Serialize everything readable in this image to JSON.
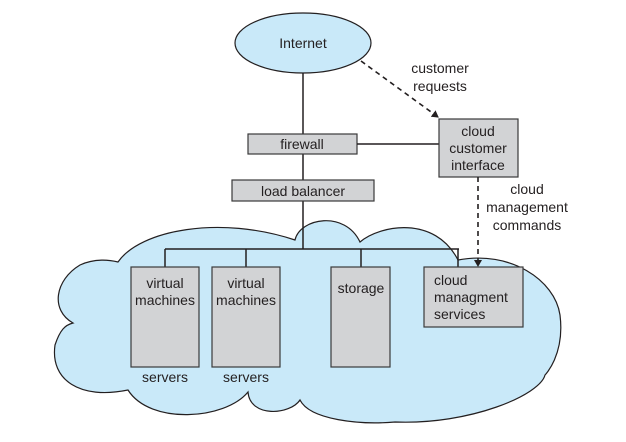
{
  "diagram": {
    "internet": {
      "label": "Internet"
    },
    "firewall": {
      "label": "firewall"
    },
    "load_balancer": {
      "label": "load balancer"
    },
    "cloud_customer_interface": {
      "lines": [
        "cloud",
        "customer",
        "interface"
      ]
    },
    "customer_requests": {
      "lines": [
        "customer",
        "requests"
      ]
    },
    "cloud_management_commands": {
      "lines": [
        "cloud",
        "management",
        "commands"
      ]
    },
    "vm1": {
      "lines": [
        "virtual",
        "machines"
      ],
      "caption": "servers"
    },
    "vm2": {
      "lines": [
        "virtual",
        "machines"
      ],
      "caption": "servers"
    },
    "storage": {
      "label": "storage"
    },
    "cloud_management_services": {
      "lines": [
        "cloud",
        "managment",
        "services"
      ]
    },
    "colors": {
      "cloud_fill": "#c9e9f9",
      "box_fill": "#d2d3d5",
      "stroke": "#231f20"
    }
  }
}
